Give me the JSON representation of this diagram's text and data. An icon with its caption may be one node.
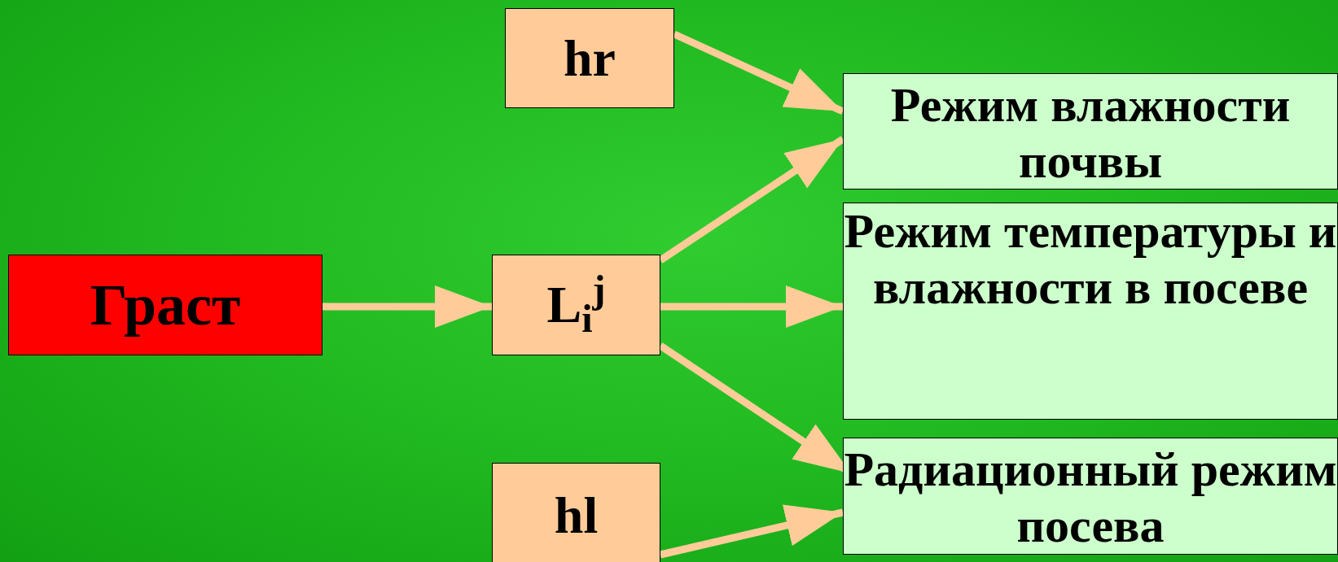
{
  "diagram": {
    "nodes": [
      {
        "text": [
          "Граст"
        ]
      },
      {
        "text": [
          "hr"
        ]
      },
      {
        "text": [
          "L$_{i}$$^{j}$"
        ]
      },
      {
        "text": [
          "hl"
        ]
      },
      {
        "text": [
          "Режим влажности почвы"
        ]
      },
      {
        "text": [
          "Режим температуры и влажности в посеве"
        ]
      },
      {
        "text": [
          "Радиационный режим посева"
        ]
      }
    ],
    "edges": [
      {
        "from": 0,
        "to": 2,
        "arrow": "to"
      },
      {
        "from": 1,
        "to": 4,
        "arrow": "to"
      },
      {
        "from": 2,
        "to": 4,
        "arrow": "to"
      },
      {
        "from": 2,
        "to": 5,
        "arrow": "to"
      },
      {
        "from": 2,
        "to": 6,
        "arrow": "to"
      },
      {
        "from": 3,
        "to": 6,
        "arrow": "to"
      }
    ]
  }
}
